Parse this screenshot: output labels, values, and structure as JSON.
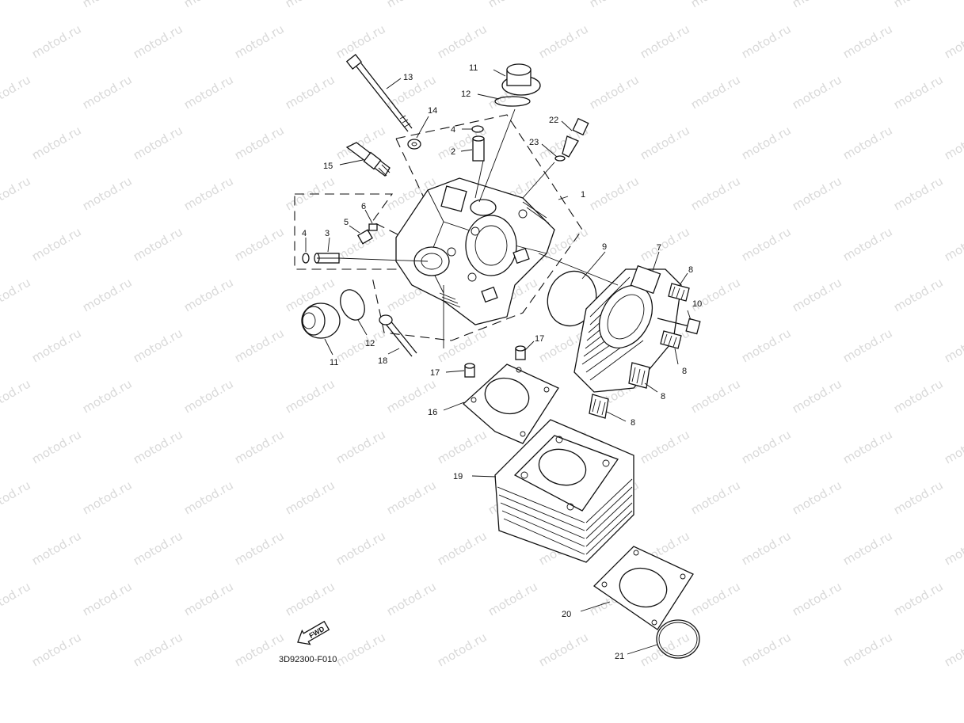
{
  "watermark": {
    "text": "motod.ru",
    "color": "#d9d9d9"
  },
  "diagram_code": "3D92300-F010",
  "fwd_badge": "FWD",
  "callouts": [
    {
      "id": "c1",
      "label": "1"
    },
    {
      "id": "c2",
      "label": "2"
    },
    {
      "id": "c3",
      "label": "3"
    },
    {
      "id": "c4a",
      "label": "4"
    },
    {
      "id": "c4b",
      "label": "4"
    },
    {
      "id": "c5",
      "label": "5"
    },
    {
      "id": "c6",
      "label": "6"
    },
    {
      "id": "c7",
      "label": "7"
    },
    {
      "id": "c8a",
      "label": "8"
    },
    {
      "id": "c8b",
      "label": "8"
    },
    {
      "id": "c8c",
      "label": "8"
    },
    {
      "id": "c8d",
      "label": "8"
    },
    {
      "id": "c9",
      "label": "9"
    },
    {
      "id": "c10",
      "label": "10"
    },
    {
      "id": "c11a",
      "label": "11"
    },
    {
      "id": "c11b",
      "label": "11"
    },
    {
      "id": "c12a",
      "label": "12"
    },
    {
      "id": "c12b",
      "label": "12"
    },
    {
      "id": "c13",
      "label": "13"
    },
    {
      "id": "c14",
      "label": "14"
    },
    {
      "id": "c15",
      "label": "15"
    },
    {
      "id": "c16",
      "label": "16"
    },
    {
      "id": "c17a",
      "label": "17"
    },
    {
      "id": "c17b",
      "label": "17"
    },
    {
      "id": "c18",
      "label": "18"
    },
    {
      "id": "c19",
      "label": "19"
    },
    {
      "id": "c20",
      "label": "20"
    },
    {
      "id": "c21",
      "label": "21"
    },
    {
      "id": "c22",
      "label": "22"
    },
    {
      "id": "c23",
      "label": "23"
    }
  ]
}
